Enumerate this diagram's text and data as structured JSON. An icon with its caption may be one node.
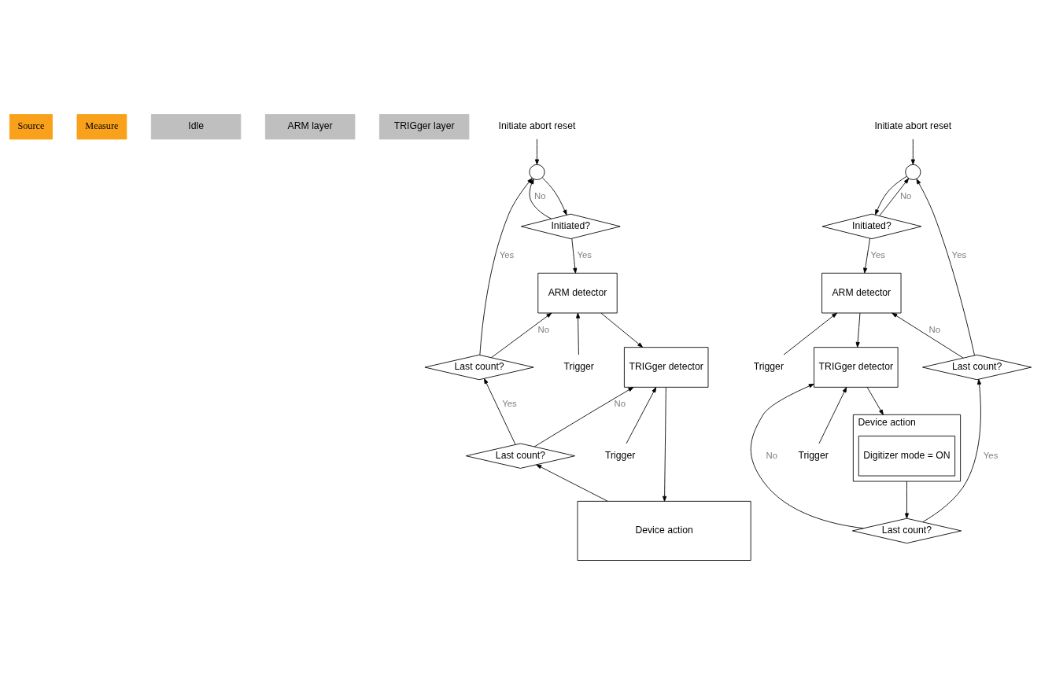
{
  "diagram": {
    "nodes": [
      {
        "text": [
          "Source"
        ]
      },
      {
        "text": [
          "Measure"
        ]
      },
      {
        "text": [
          "Idle"
        ]
      },
      {
        "text": [
          "ARM layer"
        ]
      },
      {
        "text": [
          "TRIGger layer"
        ]
      },
      {
        "text": [
          "Initiate abort reset"
        ]
      },
      {
        "text": [],
        "shape": "circle"
      },
      {
        "text": [
          "Initiated?"
        ]
      },
      {
        "text": [
          "ARM detector"
        ]
      },
      {
        "text": [
          "Last count?"
        ]
      },
      {
        "text": [
          "Trigger"
        ]
      },
      {
        "text": [
          "TRIGger detector"
        ]
      },
      {
        "text": [
          "Last count?"
        ]
      },
      {
        "text": [
          "Trigger"
        ]
      },
      {
        "text": [
          "Device action"
        ]
      },
      {
        "text": [
          "Initiate abort reset"
        ]
      },
      {
        "text": [],
        "shape": "circle"
      },
      {
        "text": [
          "Initiated?"
        ]
      },
      {
        "text": [
          "ARM detector"
        ]
      },
      {
        "text": [
          "Last count?"
        ]
      },
      {
        "text": [
          "Trigger"
        ]
      },
      {
        "text": [
          "TRIGger detector"
        ]
      },
      {
        "text": [
          "Last count?"
        ]
      },
      {
        "text": [
          "Trigger"
        ]
      },
      {
        "text": [
          "Device action"
        ]
      },
      {
        "text": [
          "Digitizer mode = ON"
        ],
        "in": 24
      }
    ],
    "edges": [
      {
        "from": 5,
        "to": 6,
        "arrow": "to"
      },
      {
        "from": 6,
        "to": 7,
        "arrow": "to"
      },
      {
        "from": 7,
        "to": 6,
        "arrow": "to",
        "label": "No"
      },
      {
        "from": 7,
        "to": 8,
        "arrow": "to",
        "label": "Yes"
      },
      {
        "from": 9,
        "to": 6,
        "arrow": "to",
        "label": "Yes"
      },
      {
        "from": 9,
        "to": 8,
        "arrow": "to",
        "label": "No"
      },
      {
        "from": 10,
        "to": 8,
        "arrow": "to"
      },
      {
        "from": 8,
        "to": 11,
        "arrow": "to"
      },
      {
        "from": 11,
        "to": 14,
        "arrow": "to"
      },
      {
        "from": 14,
        "to": 12,
        "arrow": "to"
      },
      {
        "from": 12,
        "to": 9,
        "arrow": "to",
        "label": "Yes"
      },
      {
        "from": 12,
        "to": 11,
        "arrow": "to",
        "label": "No"
      },
      {
        "from": 13,
        "to": 11,
        "arrow": "to"
      },
      {
        "from": 15,
        "to": 16,
        "arrow": "to"
      },
      {
        "from": 16,
        "to": 17,
        "arrow": "to"
      },
      {
        "from": 17,
        "to": 16,
        "arrow": "to",
        "label": "No"
      },
      {
        "from": 17,
        "to": 18,
        "arrow": "to",
        "label": "Yes"
      },
      {
        "from": 19,
        "to": 16,
        "arrow": "to",
        "label": "Yes"
      },
      {
        "from": 19,
        "to": 18,
        "arrow": "to",
        "label": "No"
      },
      {
        "from": 20,
        "to": 18,
        "arrow": "to"
      },
      {
        "from": 18,
        "to": 21,
        "arrow": "to"
      },
      {
        "from": 21,
        "to": 24,
        "arrow": "to"
      },
      {
        "from": 24,
        "to": 22,
        "arrow": "to"
      },
      {
        "from": 22,
        "to": 19,
        "arrow": "to",
        "label": "Yes"
      },
      {
        "from": 22,
        "to": 21,
        "arrow": "to",
        "label": "No"
      },
      {
        "from": 23,
        "to": 21,
        "arrow": "to"
      }
    ]
  }
}
